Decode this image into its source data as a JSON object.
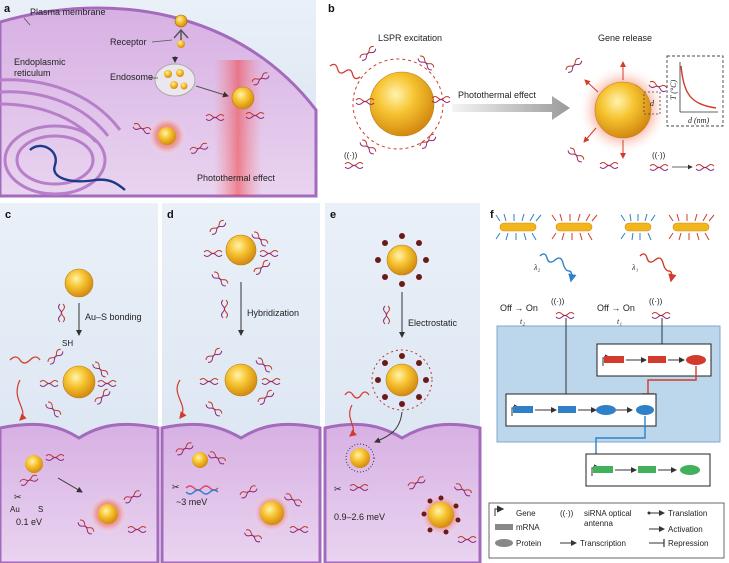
{
  "panels": {
    "a": {
      "letter": "a",
      "plasma_membrane": "Plasma membrane",
      "er": [
        "Endoplasmic",
        "reticulum"
      ],
      "receptor": "Receptor",
      "endosome": "Endosome",
      "photothermal": "Photothermal effect"
    },
    "b": {
      "letter": "b",
      "lspr": "LSPR excitation",
      "gene_release": "Gene release",
      "arrow_label": "Photothermal effect",
      "d": "d",
      "inset_y": "T (°C)",
      "inset_x": "d (nm)"
    },
    "c": {
      "letter": "c",
      "step": "Au–S bonding",
      "sh": "SH",
      "au": "Au",
      "s": "S",
      "energy": "0.1 eV"
    },
    "d": {
      "letter": "d",
      "step": "Hybridization",
      "energy": "~3 meV"
    },
    "e": {
      "letter": "e",
      "step": "Electrostatic",
      "energy": "0.9–2.6 meV"
    },
    "f": {
      "letter": "f",
      "lambda2": "λ₂",
      "lambda1": "λ₁",
      "off_on_2": "Off → On",
      "off_on_1": "Off → On",
      "t2": "t₂",
      "t1": "t₁",
      "legend": {
        "gene": "Gene",
        "mrna": "mRNA",
        "protein": "Protein",
        "sirna": [
          "siRNA optical",
          "antenna"
        ],
        "transcription": "Transcription",
        "translation": "Translation",
        "activation": "Activation",
        "repression": "Repression"
      }
    }
  },
  "colors": {
    "cell": "#d9b6e4",
    "cell_dark": "#a46bbd",
    "panel_bg": "#dfe8f4",
    "gold": "#f2b51d",
    "glow": "#e8452e",
    "dna_red": "#c0392b",
    "blue": "#2f80c8",
    "green": "#43b05c"
  }
}
